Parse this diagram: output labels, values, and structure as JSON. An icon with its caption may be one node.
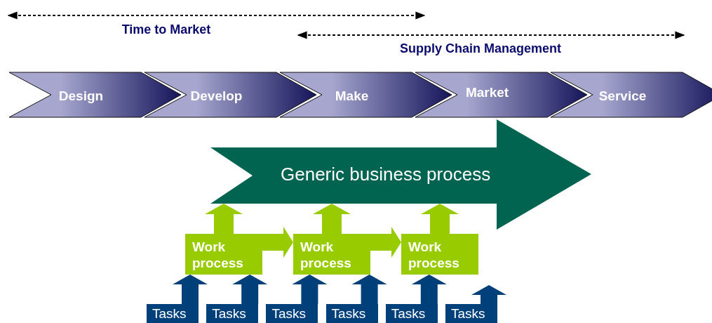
{
  "diagram": {
    "nodes": [
      {
        "text": [
          "Design"
        ]
      },
      {
        "text": [
          "Develop"
        ]
      },
      {
        "text": [
          "Make"
        ]
      },
      {
        "text": [
          "Market"
        ]
      },
      {
        "text": [
          "Service"
        ]
      },
      {
        "text": [
          "Generic business process"
        ]
      },
      {
        "text": [
          "Work process"
        ]
      },
      {
        "text": [
          "Work process"
        ]
      },
      {
        "text": [
          "Work process"
        ]
      },
      {
        "text": [
          "Tasks"
        ]
      },
      {
        "text": [
          "Tasks"
        ]
      },
      {
        "text": [
          "Tasks"
        ]
      },
      {
        "text": [
          "Tasks"
        ]
      },
      {
        "text": [
          "Tasks"
        ]
      },
      {
        "text": [
          "Tasks"
        ]
      }
    ],
    "edges": [
      {
        "from": 6,
        "to": 7,
        "arrow": "to",
        "color": "#99cc00"
      },
      {
        "from": 7,
        "to": 8,
        "arrow": "to",
        "color": "#99cc00"
      },
      {
        "from": 6,
        "to": 5,
        "arrow": "to",
        "color": "#99cc00"
      },
      {
        "from": 7,
        "to": 5,
        "arrow": "to",
        "color": "#99cc00"
      },
      {
        "from": 8,
        "to": 5,
        "arrow": "to",
        "color": "#99cc00"
      },
      {
        "from": 9,
        "to": 6,
        "arrow": "to"
      },
      {
        "from": 10,
        "to": 6,
        "arrow": "to"
      },
      {
        "from": 11,
        "to": 7,
        "arrow": "to"
      },
      {
        "from": 12,
        "to": 7,
        "arrow": "to"
      },
      {
        "from": 13,
        "to": 8,
        "arrow": "to"
      },
      {
        "from": 14,
        "to": null,
        "arrow": "to"
      }
    ],
    "labels": [
      "Time to Market",
      "Supply Chain Management"
    ]
  }
}
